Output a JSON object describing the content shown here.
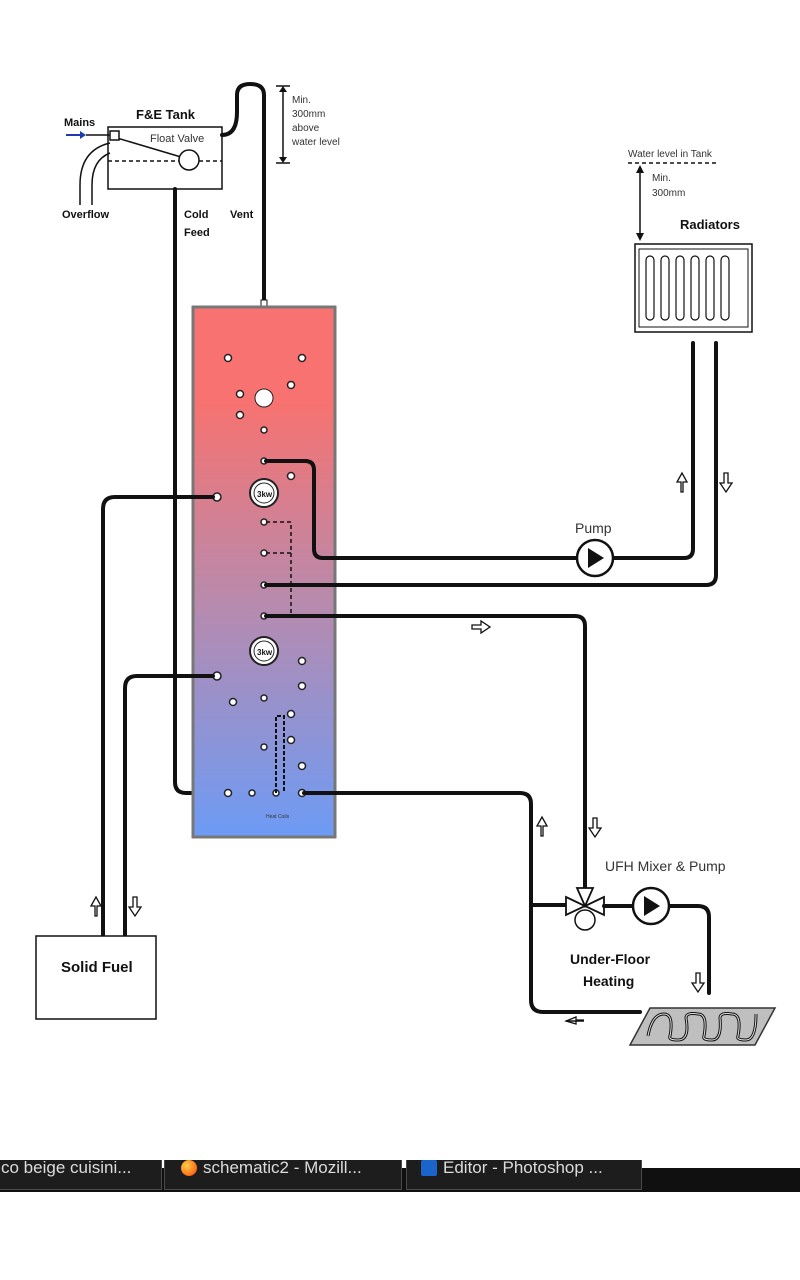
{
  "labels": {
    "fe_tank": "F&E Tank",
    "mains": "Mains",
    "float_valve": "Float Valve",
    "overflow": "Overflow",
    "cold": "Cold",
    "feed": "Feed",
    "vent": "Vent",
    "min_note": [
      "Min.",
      "300mm",
      "above",
      "water level"
    ],
    "water_level_in_tank": "Water level in Tank",
    "radiator_min": [
      "Min.",
      "300mm"
    ],
    "radiators": "Radiators",
    "pump": "Pump",
    "ufh_mixer_pump": "UFH Mixer & Pump",
    "under_floor": [
      "Under-Floor",
      "Heating"
    ],
    "solid_fuel": "Solid Fuel",
    "immersion_top": "3kw",
    "immersion_bottom": "3kw",
    "coil_label": "Heat Coils"
  },
  "colors": {
    "cylinder_top": "#f77270",
    "cylinder_bottom": "#6d9bf5",
    "pipe": "#111111",
    "mains_arrow": "#1e3da8"
  },
  "taskbar": {
    "items": [
      {
        "label": "co beige cuisini...",
        "icon": "none"
      },
      {
        "label": "schematic2 - Mozill...",
        "icon": "firefox-icon"
      },
      {
        "label": "Editor - Photoshop ...",
        "icon": "photoshop-icon"
      }
    ]
  }
}
